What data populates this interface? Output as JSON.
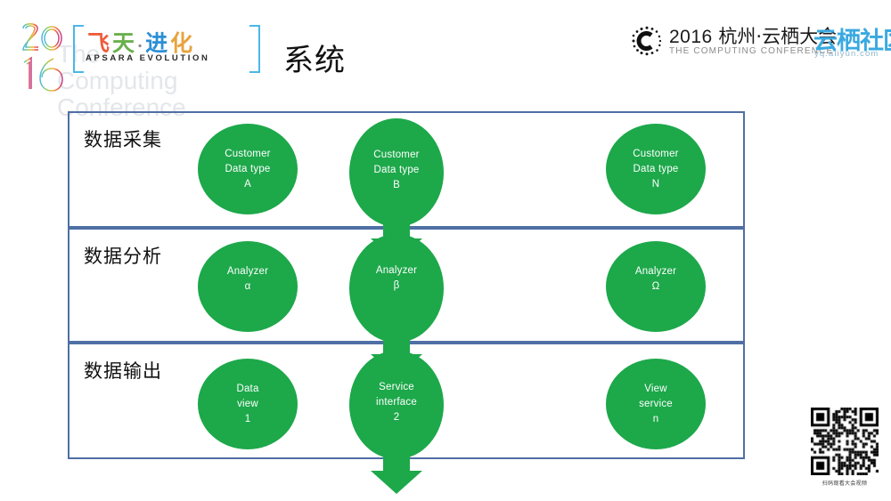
{
  "slide": {
    "title": "系统",
    "background_color": "#ffffff"
  },
  "branding": {
    "apsara_logo": {
      "year_top": "20",
      "year_bottom": "16",
      "watermark_line1": "The",
      "watermark_line2": "Computing",
      "watermark_line3": "Conference",
      "chinese_chars": [
        "飞",
        "天",
        "·",
        "进",
        "化"
      ],
      "english": "APSARA EVOLUTION",
      "bracket_color": "#4bb7e8"
    },
    "conference_logo": {
      "year": "2016",
      "chinese": "杭州·云栖大会",
      "english": "THE COMPUTING CONFERENCE",
      "mark_name": "computing-conference-c-mark"
    },
    "community_logo": {
      "chinese": "云栖社区",
      "url": "yq.aliyun.com",
      "color": "#3aa9e0"
    }
  },
  "qr": {
    "caption": "扫码观看大会视频",
    "alt_name": "conference-video-qr-code"
  },
  "diagram": {
    "border_color": "#4f6fa5",
    "node_color": "#1da84a",
    "node_text_color": "#ffffff",
    "bands": [
      {
        "id": "collection",
        "label": "数据采集",
        "nodes": [
          {
            "kind": "side",
            "column": "a",
            "lines": [
              "Customer",
              "Data type",
              "A"
            ]
          },
          {
            "kind": "mid",
            "column": "b",
            "lines": [
              "Customer",
              "Data type",
              "B"
            ]
          },
          {
            "kind": "side",
            "column": "c",
            "lines": [
              "Customer",
              "Data type",
              "N"
            ]
          }
        ]
      },
      {
        "id": "analysis",
        "label": "数据分析",
        "nodes": [
          {
            "kind": "side",
            "column": "a",
            "lines": [
              "Analyzer",
              "α",
              ""
            ]
          },
          {
            "kind": "mid",
            "column": "b",
            "lines": [
              "Analyzer",
              "β",
              ""
            ]
          },
          {
            "kind": "side",
            "column": "c",
            "lines": [
              "Analyzer",
              "Ω",
              ""
            ]
          }
        ]
      },
      {
        "id": "output",
        "label": "数据输出",
        "nodes": [
          {
            "kind": "side",
            "column": "a",
            "lines": [
              "Data",
              "view",
              "1"
            ]
          },
          {
            "kind": "mid",
            "column": "b",
            "lines": [
              "Service",
              "interface",
              "2"
            ]
          },
          {
            "kind": "side",
            "column": "c",
            "lines": [
              "View",
              "service",
              "n"
            ]
          }
        ]
      }
    ]
  }
}
